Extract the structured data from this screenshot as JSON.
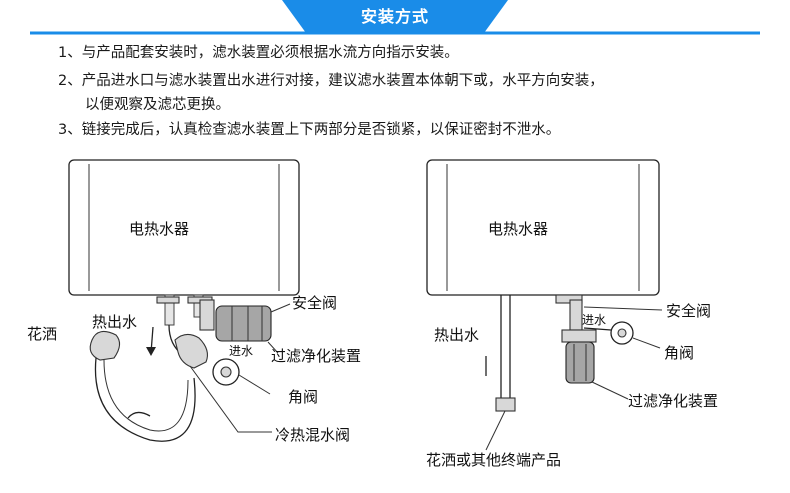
{
  "header": {
    "title": "安装方式",
    "accent_color": "#1a8ce8"
  },
  "instructions": {
    "step1": "1、与产品配套安装时，滤水装置必须根据水流方向指示安装。",
    "step2_line1": "2、产品进水口与滤水装置出水进行对接，建议滤水装置本体朝下或，水平方向安装，",
    "step2_line2": "以便观察及滤芯更换。",
    "step3": "3、链接完成后，认真检查滤水装置上下两部分是否锁紧，以保证密封不泄水。"
  },
  "diagram_left": {
    "heater_label": "电热水器",
    "shower_label": "花洒",
    "hot_out_label": "热出水",
    "safety_valve_label": "安全阀",
    "inlet_label": "进水",
    "filter_label": "过滤净化装置",
    "angle_valve_label": "角阀",
    "mixing_valve_label": "冷热混水阀"
  },
  "diagram_right": {
    "heater_label": "电热水器",
    "hot_out_label": "热出水",
    "safety_valve_label": "安全阀",
    "inlet_label": "进水",
    "angle_valve_label": "角阀",
    "filter_label": "过滤净化装置",
    "terminal_label": "花洒或其他终端产品"
  }
}
